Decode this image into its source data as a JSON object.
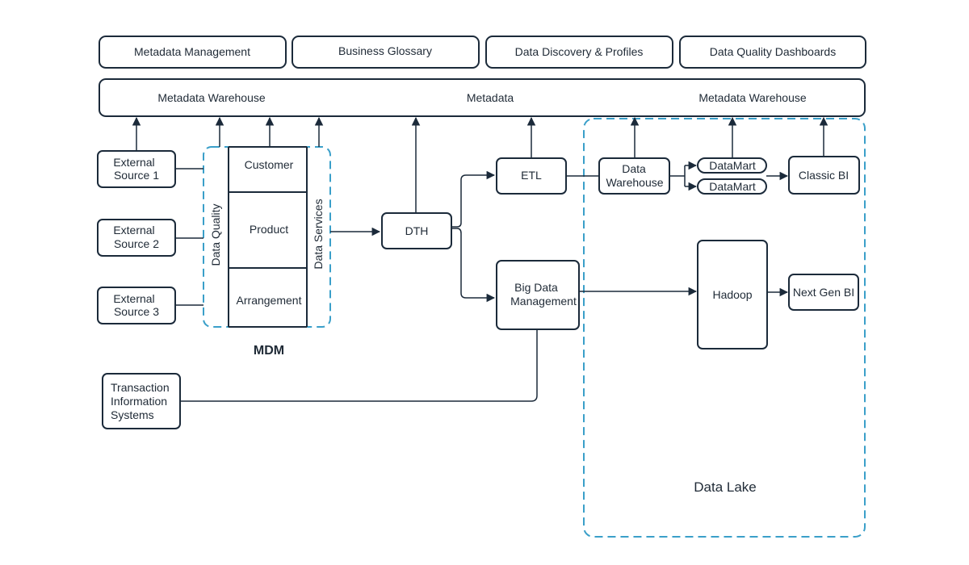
{
  "top_tools": {
    "metadata_management": "Metadata Management",
    "business_glossary": "Business Glossary",
    "data_discovery": "Data Discovery & Profiles",
    "dq_dashboards": "Data Quality Dashboards"
  },
  "metadata_bar": {
    "left": "Metadata Warehouse",
    "center": "Metadata",
    "right": "Metadata Warehouse"
  },
  "sources": {
    "ext1": [
      "External",
      "Source 1"
    ],
    "ext2": [
      "External",
      "Source 2"
    ],
    "ext3": [
      "External",
      "Source 3"
    ],
    "tis": [
      "Transaction",
      "Information",
      "Systems"
    ]
  },
  "mdm": {
    "label": "MDM",
    "data_quality": "Data Quality",
    "data_services": "Data Services",
    "customer": "Customer",
    "product": "Product",
    "arrangement": "Arrangement"
  },
  "flow": {
    "dth": "DTH",
    "etl": "ETL",
    "big_data": [
      "Big Data",
      "Management"
    ],
    "data_warehouse": [
      "Data",
      "Warehouse"
    ],
    "datamart_1": "DataMart",
    "datamart_2": "DataMart",
    "classic_bi": "Classic BI",
    "hadoop": "Hadoop",
    "next_gen_bi": "Next Gen BI"
  },
  "data_lake": {
    "label": "Data Lake"
  },
  "colors": {
    "stroke": "#1b2a3a",
    "dashed_accent": "#3a9fc9",
    "text": "#1f2a36"
  }
}
